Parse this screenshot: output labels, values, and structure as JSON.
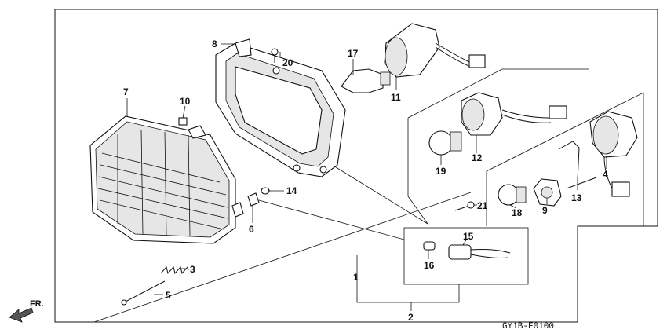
{
  "callouts": {
    "c1": "1",
    "c2": "2",
    "c3": "3",
    "c4": "4",
    "c5": "5",
    "c6": "6",
    "c7": "7",
    "c8": "8",
    "c9": "9",
    "c10": "10",
    "c11": "11",
    "c12": "12",
    "c13": "13",
    "c14": "14",
    "c15": "15",
    "c16": "16",
    "c17": "17",
    "c18": "18",
    "c19": "19",
    "c20": "20",
    "c21": "21"
  },
  "direction_label": "FR.",
  "diagram_code": "GY1B-F0100",
  "colors": {
    "ink": "#111111",
    "background": "#ffffff"
  }
}
